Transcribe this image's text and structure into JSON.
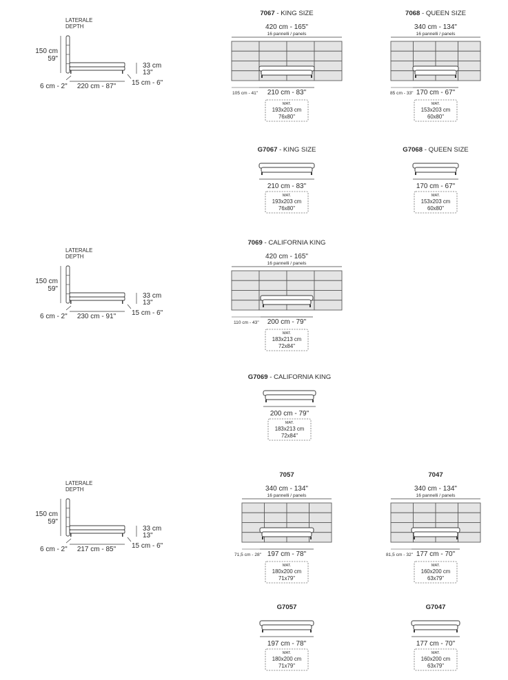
{
  "side_views": [
    {
      "label": "LATERALE",
      "label2": "DEPTH",
      "height": "150 cm",
      "height_in": "59\"",
      "leg": "33 cm",
      "leg_in": "13\"",
      "head": "6 cm - 2\"",
      "length": "220 cm - 87\"",
      "inset": "15 cm - 6\""
    },
    {
      "label": "LATERALE",
      "label2": "DEPTH",
      "height": "150 cm",
      "height_in": "59\"",
      "leg": "33 cm",
      "leg_in": "13\"",
      "head": "6 cm - 2\"",
      "length": "230 cm - 91\"",
      "inset": "15 cm - 6\""
    },
    {
      "label": "LATERALE",
      "label2": "DEPTH",
      "height": "150 cm",
      "height_in": "59\"",
      "leg": "33 cm",
      "leg_in": "13\"",
      "head": "6 cm - 2\"",
      "length": "217 cm - 85\"",
      "inset": "15 cm - 6\""
    }
  ],
  "panel_views": [
    {
      "code": "7067",
      "name": " - KING SIZE",
      "wall": "420 cm - 165\"",
      "panels": "16 pannelli / panels",
      "side": "105 cm - 41\"",
      "width": "210 cm - 83\"",
      "mat_label": "MAT.",
      "mat1": "193x203 cm",
      "mat2": "76x80\""
    },
    {
      "code": "7068",
      "name": " - QUEEN SIZE",
      "wall": "340 cm - 134\"",
      "panels": "16 pannelli / panels",
      "side": "85 cm - 33\"",
      "width": "170 cm - 67\"",
      "mat_label": "MAT.",
      "mat1": "153x203 cm",
      "mat2": "60x80\""
    },
    {
      "code": "7069",
      "name": " - CALIFORNIA KING",
      "wall": "420 cm - 165\"",
      "panels": "16 pannelli / panels",
      "side": "110 cm - 43\"",
      "width": "200 cm - 79\"",
      "mat_label": "MAT.",
      "mat1": "183x213 cm",
      "mat2": "72x84\""
    },
    {
      "code": "7057",
      "name": "",
      "wall": "340 cm - 134\"",
      "panels": "16 pannelli / panels",
      "side": "71,5 cm - 28\"",
      "width": "197 cm - 78\"",
      "mat_label": "MAT.",
      "mat1": "180x200 cm",
      "mat2": "71x79\""
    },
    {
      "code": "7047",
      "name": "",
      "wall": "340 cm - 134\"",
      "panels": "16 pannelli / panels",
      "side": "81,5 cm - 32\"",
      "width": "177 cm - 70\"",
      "mat_label": "MAT.",
      "mat1": "160x200 cm",
      "mat2": "63x79\""
    }
  ],
  "bed_views": [
    {
      "code": "G7067",
      "name": " - KING SIZE",
      "width": "210 cm - 83\"",
      "mat_label": "MAT.",
      "mat1": "193x203 cm",
      "mat2": "76x80\""
    },
    {
      "code": "G7068",
      "name": " - QUEEN SIZE",
      "width": "170 cm - 67\"",
      "mat_label": "MAT.",
      "mat1": "153x203 cm",
      "mat2": "60x80\""
    },
    {
      "code": "G7069",
      "name": " - CALIFORNIA KING",
      "width": "200 cm - 79\"",
      "mat_label": "MAT.",
      "mat1": "183x213 cm",
      "mat2": "72x84\""
    },
    {
      "code": "G7057",
      "name": "",
      "width": "197 cm - 78\"",
      "mat_label": "MAT.",
      "mat1": "180x200 cm",
      "mat2": "71x79\""
    },
    {
      "code": "G7047",
      "name": "",
      "width": "177 cm - 70\"",
      "mat_label": "MAT.",
      "mat1": "160x200 cm",
      "mat2": "63x79\""
    }
  ],
  "colors": {
    "line": "#3a3a3a",
    "panel": "#e4e4e4",
    "panel_stroke": "#5a5a5a"
  }
}
